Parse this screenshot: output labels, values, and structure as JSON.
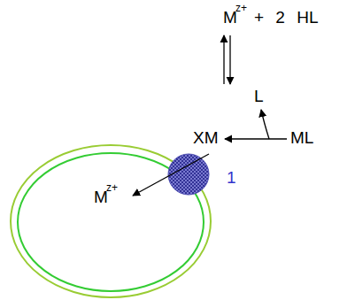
{
  "diagram": {
    "labels": [
      "M",
      "z+",
      "+ 2 HL",
      "L",
      "XM",
      "ML",
      "1",
      "M",
      "z+"
    ]
  }
}
